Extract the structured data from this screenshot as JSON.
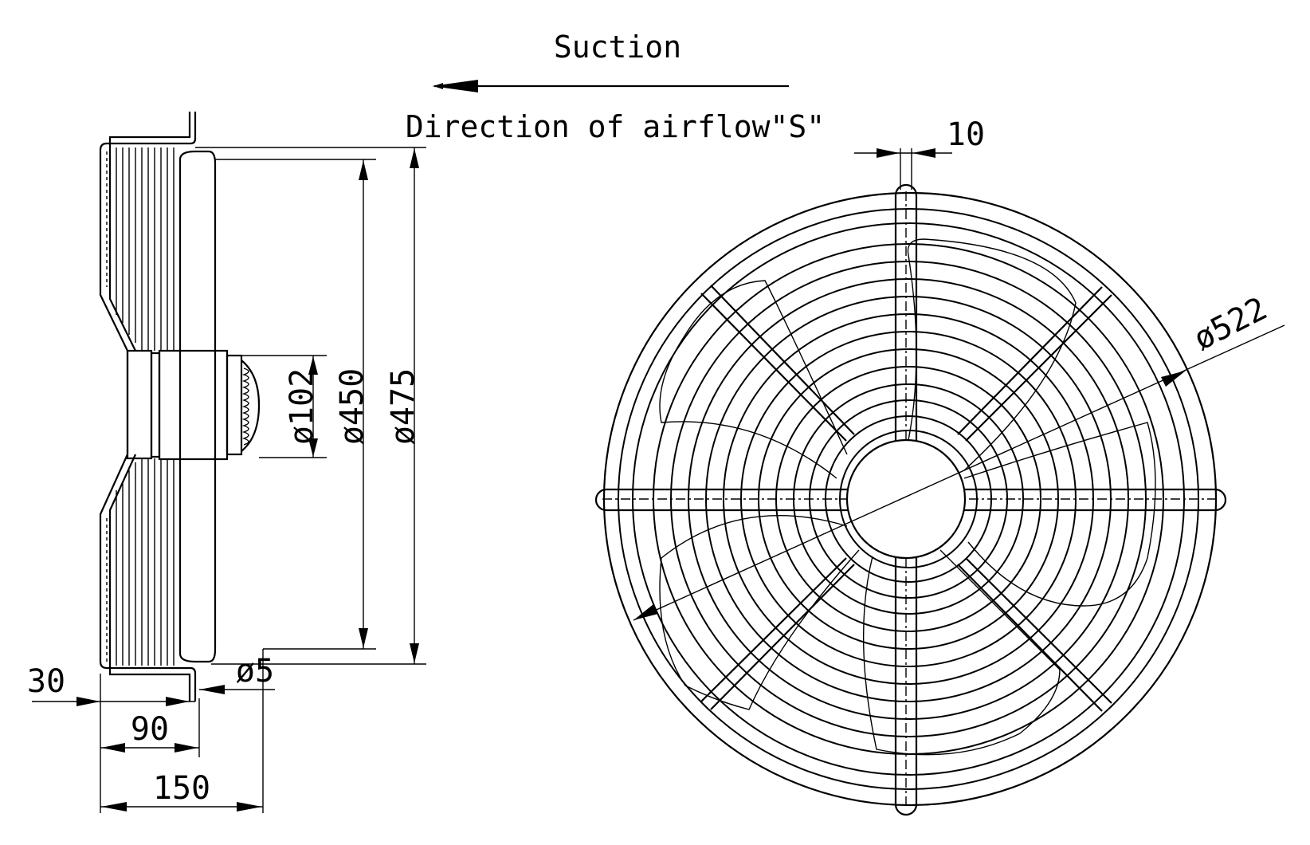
{
  "airflow": {
    "suction_label": "Suction",
    "direction_label": "Direction of airflow\"S\""
  },
  "dimensions": {
    "bar_width": "10",
    "outer_diameter": "ø522",
    "hub_diameter": "ø102",
    "blade_diameter": "ø450",
    "frame_diameter": "ø475",
    "hole_diameter": "ø5",
    "depth_small": "30",
    "depth_mid": "90",
    "depth_total": "150"
  }
}
